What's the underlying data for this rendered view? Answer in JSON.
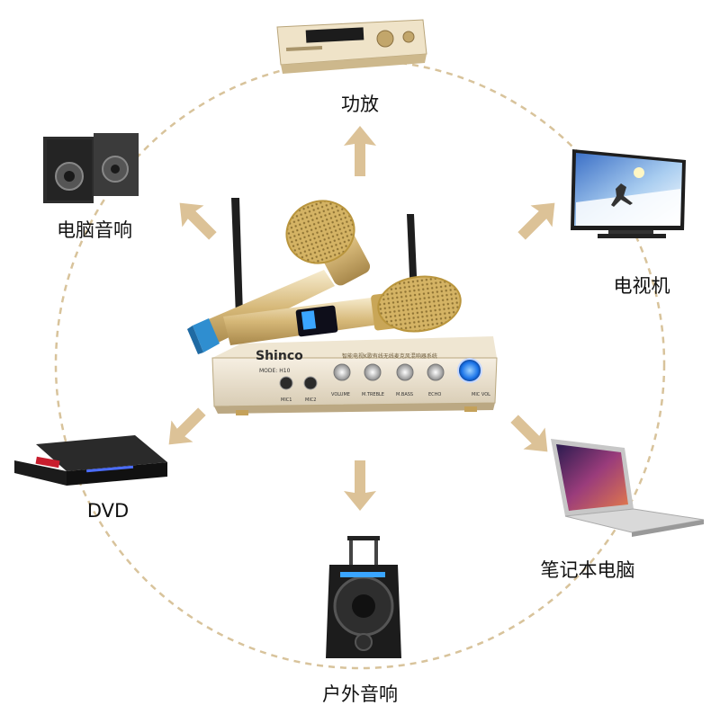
{
  "devices": [
    {
      "id": "amplifier",
      "label": "功放"
    },
    {
      "id": "pc-speakers",
      "label": "电脑音响"
    },
    {
      "id": "tv",
      "label": "电视机"
    },
    {
      "id": "dvd",
      "label": "DVD"
    },
    {
      "id": "laptop",
      "label": "笔记本电脑"
    },
    {
      "id": "outdoor-speaker",
      "label": "户外音响"
    }
  ],
  "center_unit": {
    "brand": "Shinco",
    "model": "MODE: H10",
    "receiver_text": "智能电视K歌有线无线麦克风混响器系统",
    "knob_labels": [
      "VOLUME",
      "M.TREBLE",
      "M.BASS",
      "ECHO"
    ],
    "mic_ports": [
      "MIC1",
      "MIC2"
    ],
    "mic_vol_label": "MIC VOL"
  },
  "colors": {
    "ring": "#d8c39b",
    "arrow": "#d9bd8f",
    "gold": "#c9ab6a"
  }
}
